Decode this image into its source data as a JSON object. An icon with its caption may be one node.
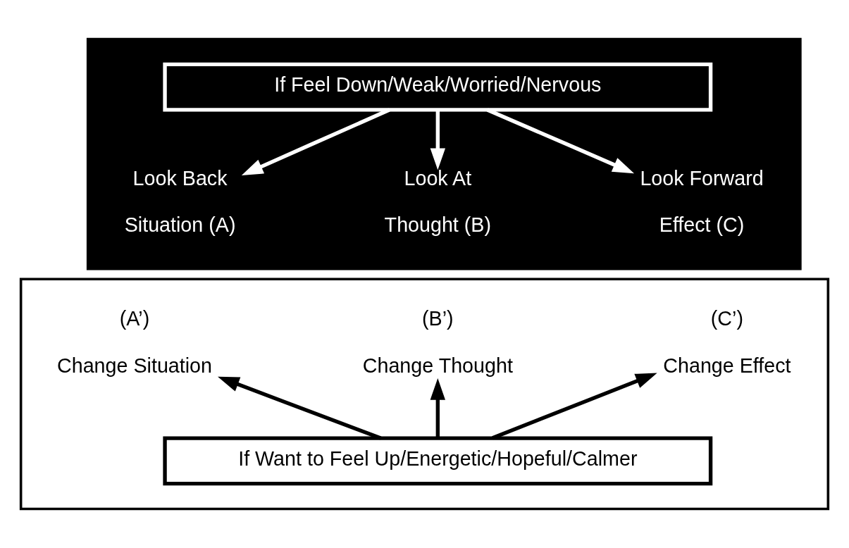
{
  "diagram": {
    "nodes": [
      {
        "text": [],
        "shape": "box"
      },
      {
        "text": [
          "If Feel Down/Weak/Worried/Nervous"
        ],
        "in": 0
      },
      {
        "text": [
          "Look Back",
          "Situation (A)"
        ],
        "in": 0
      },
      {
        "text": [
          "Look At",
          "Thought (B)"
        ],
        "in": 0
      },
      {
        "text": [
          "Look Forward",
          "Effect (C)"
        ],
        "in": 0
      },
      {
        "text": [],
        "shape": "box"
      },
      {
        "text": [
          "(A’)",
          "Change Situation"
        ],
        "in": 5
      },
      {
        "text": [
          "(B’)",
          "Change Thought"
        ],
        "in": 5
      },
      {
        "text": [
          "(C’)",
          "Change Effect"
        ],
        "in": 5
      },
      {
        "text": [
          "If Want to Feel Up/Energetic/Hopeful/Calmer"
        ],
        "in": 5
      }
    ],
    "edges": [
      {
        "from": 1,
        "to": 2,
        "arrow": "to",
        "color": "#ffffff"
      },
      {
        "from": 1,
        "to": 3,
        "arrow": "to",
        "color": "#ffffff"
      },
      {
        "from": 1,
        "to": 4,
        "arrow": "to",
        "color": "#ffffff"
      },
      {
        "from": 9,
        "to": 6,
        "arrow": "to",
        "color": "#000000"
      },
      {
        "from": 9,
        "to": 7,
        "arrow": "to",
        "color": "#000000"
      },
      {
        "from": 9,
        "to": 8,
        "arrow": "to",
        "color": "#000000"
      }
    ]
  }
}
